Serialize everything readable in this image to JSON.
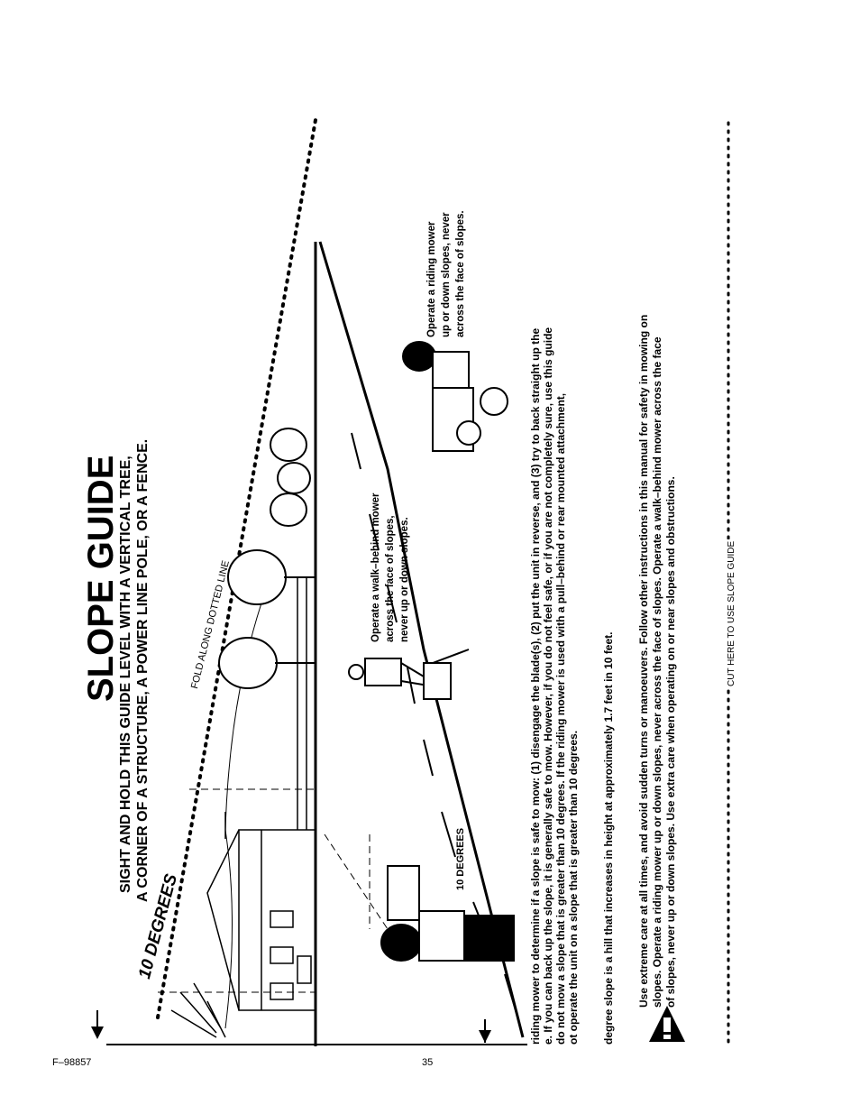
{
  "header": {
    "title": "SLOPE GUIDE",
    "subtitle_lines": [
      "SIGHT AND HOLD THIS GUIDE LEVEL WITH A VERTICAL TREE,",
      "A CORNER OF A STRUCTURE, A POWER LINE POLE, OR A FENCE."
    ]
  },
  "diagram": {
    "angle_label": "10 DEGREES",
    "fold_label": "FOLD ALONG DOTTED LINE",
    "small_angle_label": "10 DEGREES",
    "walk_behind_caption": [
      "Operate a walk–behind mower",
      "across the face of slopes,",
      "never up or down slopes."
    ],
    "riding_caption": [
      "Operate a riding mower",
      "up or down slopes, never",
      "across the face of slopes."
    ]
  },
  "instructions": {
    "paragraph_lines": [
      "riding mower to determine if a slope is safe to mow: (1) disengage the blade(s), (2) put the unit in reverse, and (3) try to back straight up the",
      "e. If you can back up the slope, it is generally safe to mow. However, if you do not feel safe, or if you are not completely sure, use this guide",
      "do not mow a slope that is greater than 10 degrees. If the riding mower is used with a pull–behind or rear mounted attachment,",
      "ot operate the unit on a slope that is greater than 10 degrees."
    ],
    "definition": "degree slope is a hill that increases in height at approximately 1.7 feet in 10 feet."
  },
  "warning": {
    "lines": [
      "Use extreme care at all times, and avoid sudden turns or manoeuvers. Follow other instructions in this manual for safety in mowing on",
      "slopes. Operate a riding mower up or down slopes, never across the face of slopes. Operate a walk–behind mower across the face",
      "of slopes, never up or down slopes. Use extra care when operating on or near slopes and obstructions."
    ]
  },
  "cut_label": "CUT HERE TO USE SLOPE GUIDE",
  "footer": {
    "doc_number": "F–98857",
    "page_number": "35"
  }
}
